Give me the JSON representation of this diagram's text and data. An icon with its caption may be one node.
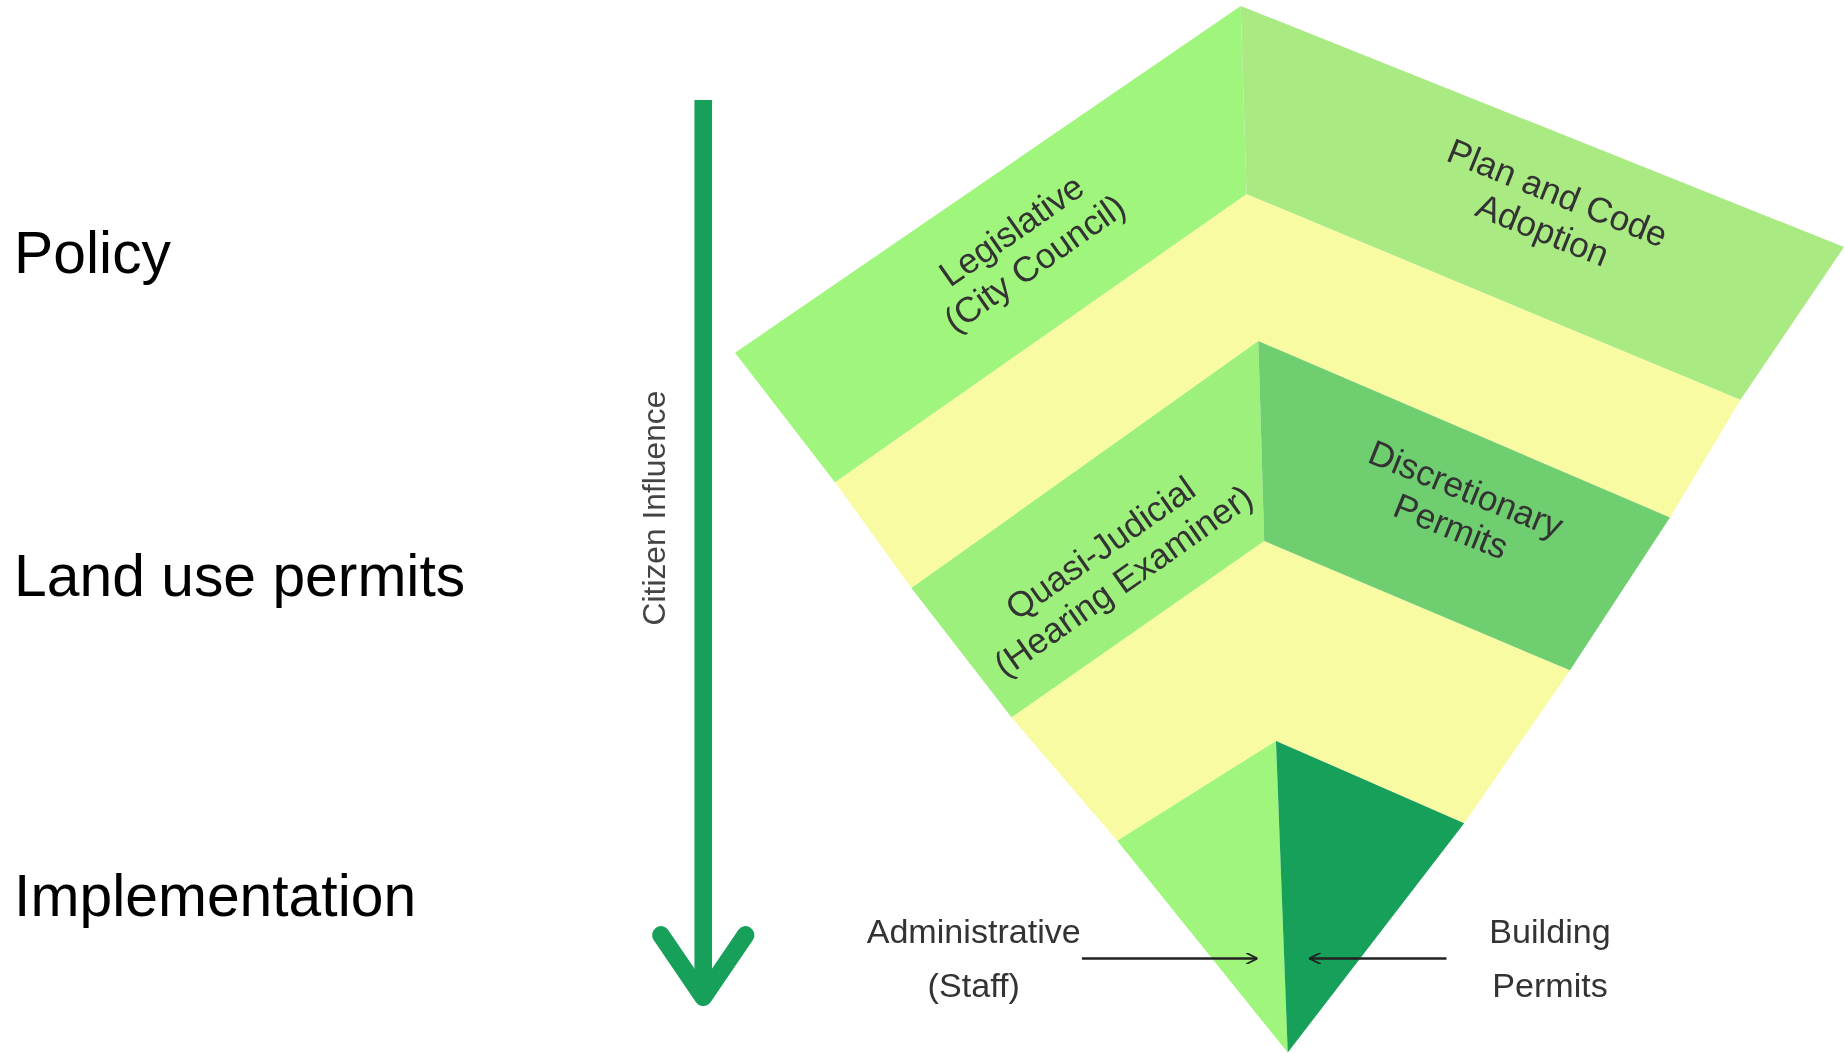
{
  "diagram": {
    "nodes": [
      {
        "text": [
          "Legislative (City Council)"
        ]
      },
      {
        "text": [
          "Plan and Code Adoption"
        ]
      },
      {
        "text": [
          "Quasi-Judicial (Hearing Examiner)"
        ]
      },
      {
        "text": [
          "Discretionary Permits"
        ]
      },
      {
        "text": [
          "Administrative (Staff)"
        ]
      },
      {
        "text": [
          "Building Permits"
        ]
      },
      {
        "text": [],
        "shape": "triangle"
      },
      {
        "text": [],
        "shape": "triangle"
      }
    ],
    "edges": [
      {
        "from": 4,
        "to": 6,
        "arrow": "to"
      },
      {
        "from": 5,
        "to": 7,
        "arrow": "to"
      }
    ],
    "labels": [
      "Policy",
      "Land use permits",
      "Implementation",
      "Citizen Influence"
    ]
  }
}
